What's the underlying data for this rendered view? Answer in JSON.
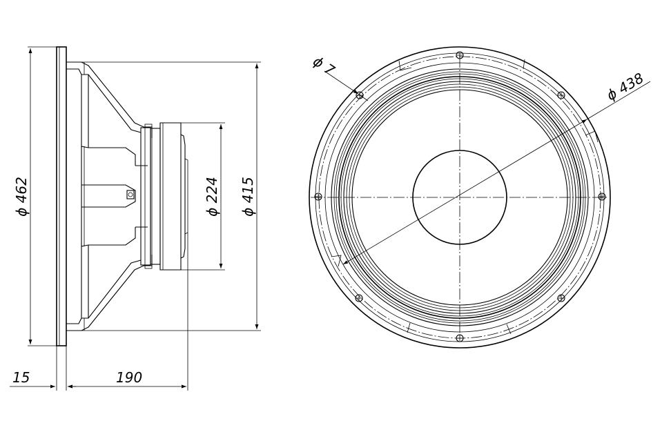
{
  "drawing": {
    "dimensions": {
      "overall_diameter": "462",
      "baffle_cutout_diameter": "415",
      "magnet_diameter": "224",
      "flange_thickness": "15",
      "depth": "190",
      "bolt_circle_diameter": "438",
      "hole_diameter": "7"
    },
    "symbols": {
      "diameter": "ϕ"
    }
  }
}
